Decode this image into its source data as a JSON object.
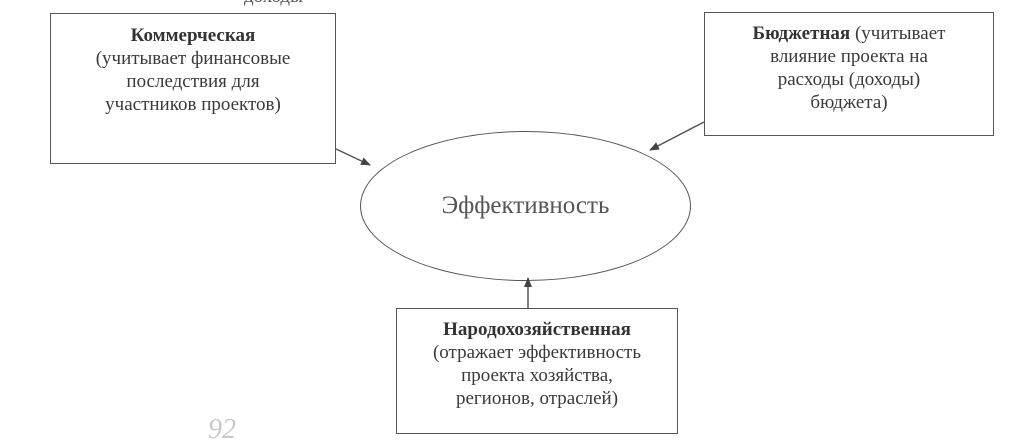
{
  "top_fragment": "доходы",
  "center": {
    "label": "Эффективность"
  },
  "boxes": {
    "commercial": {
      "title": "Коммерческая",
      "lines": [
        "(учитывает финансовые",
        "последствия для",
        "участников проектов)"
      ]
    },
    "budget": {
      "title": "Бюджетная",
      "title_suffix": " (учитывает",
      "lines": [
        "влияние проекта на",
        "расходы (доходы)",
        "бюджета)"
      ]
    },
    "national": {
      "title": "Народохозяйственная",
      "lines": [
        "(отражает эффективность",
        "проекта хозяйства,",
        "регионов, отраслей)"
      ]
    }
  },
  "page_mark": "92"
}
